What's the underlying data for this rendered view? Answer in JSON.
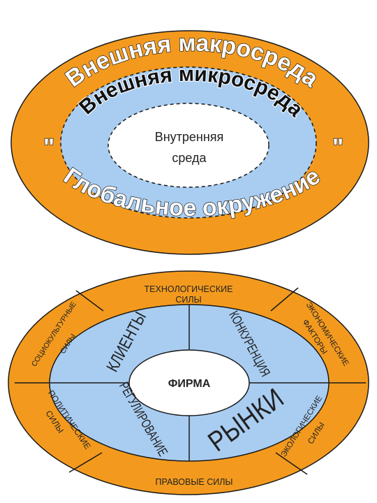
{
  "top_diagram": {
    "outer_label": "Внешняя макросреда",
    "lower_label": "Глобальное окружение",
    "left_quote": "\"",
    "right_quote": "\"",
    "middle_label": "Внешняя микросреда",
    "inner_label_line1": "Внутренняя",
    "inner_label_line2": "среда"
  },
  "bottom_diagram": {
    "center_label": "ФИРМА",
    "inner_segments": {
      "top_left": "КЛИЕНТЫ",
      "top_right": "КОНКУРЕНЦИЯ",
      "bottom_left": "РЕГУЛИРОВАНИЕ",
      "bottom_right": "РЫНКИ"
    },
    "outer_segments": {
      "top_line1": "ТЕХНОЛОГИЧЕСКИЕ",
      "top_line2": "СИЛЫ",
      "upper_right_line1": "ЭКОНОМИЧЕСКИЕ",
      "upper_right_line2": "ФАКТОРЫ",
      "upper_left_line1": "СОЦИОКУЛЬТУРНЫЕ",
      "upper_left_line2": "СИЛЫ",
      "lower_left_line1": "ПОЛИТИЧЕСКИЕ",
      "lower_left_line2": "СИЛЫ",
      "lower_right_line1": "ЭКОЛОГИЧЕСКИЕ",
      "lower_right_line2": "СИЛЫ",
      "bottom": "ПРАВОВЫЕ СИЛЫ"
    }
  },
  "colors": {
    "orange": "#F39A1E",
    "blue": "#A9CDF1",
    "white": "#FFFFFF",
    "outline": "#1A1A1A"
  }
}
